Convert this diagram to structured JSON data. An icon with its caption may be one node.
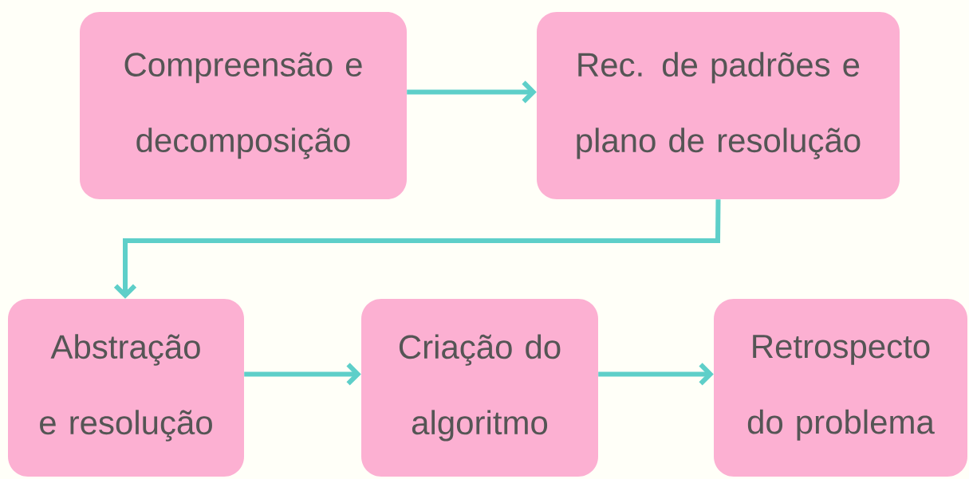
{
  "diagram": {
    "nodes": [
      {
        "text": [
          "Compreensão e decomposição"
        ]
      },
      {
        "text": [
          "Rec. de padrões e plano de resolução"
        ]
      },
      {
        "text": [
          "Abstração e resolução"
        ]
      },
      {
        "text": [
          "Criação do algoritmo"
        ]
      },
      {
        "text": [
          "Retrospecto do problema"
        ]
      }
    ],
    "edges": [
      {
        "from": 0,
        "to": 1,
        "arrow": "to"
      },
      {
        "from": 1,
        "to": 2,
        "arrow": "to"
      },
      {
        "from": 2,
        "to": 3,
        "arrow": "to"
      },
      {
        "from": 3,
        "to": 4,
        "arrow": "to"
      }
    ]
  }
}
